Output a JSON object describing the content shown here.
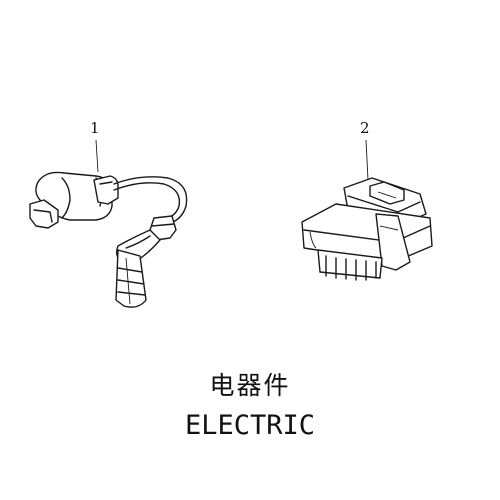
{
  "callouts": {
    "part1": "1",
    "part2": "2"
  },
  "caption": {
    "chinese": "电器件",
    "english": "ELECTRIC"
  }
}
